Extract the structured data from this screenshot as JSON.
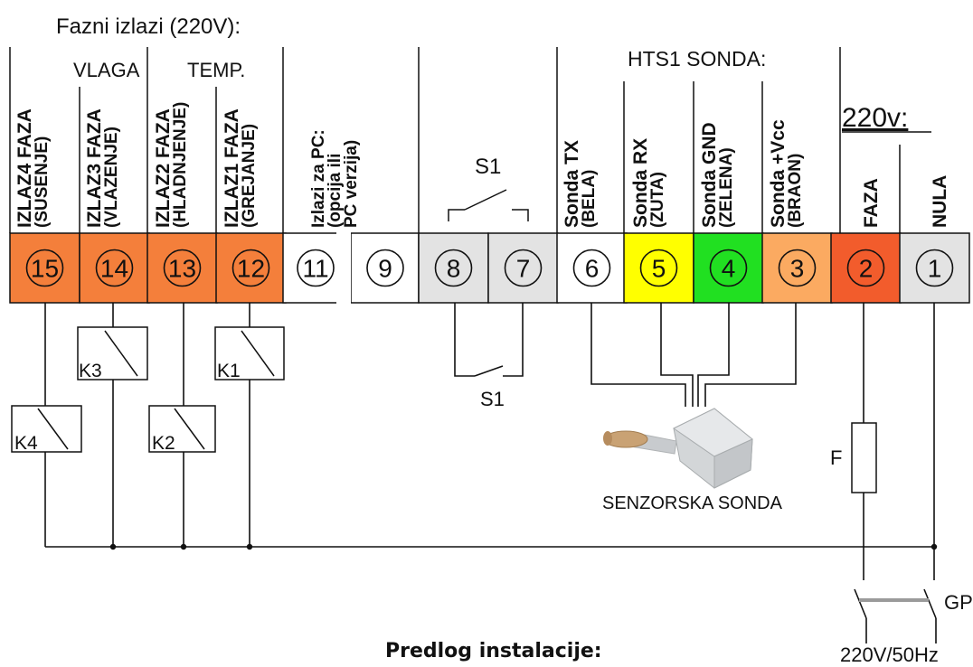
{
  "header": {
    "phase_outputs": "Fazni izlazi (220V):",
    "vlaga": "VLAGA",
    "temp": "TEMP.",
    "hts1": "HTS1 SONDA:",
    "power": "220v:"
  },
  "columns": {
    "c15": [
      "IZLAZ4 FAZA",
      "(SUSENJE)"
    ],
    "c14": [
      "IZLAZ3 FAZA",
      "(VLAZENJE)"
    ],
    "c13": [
      "IZLAZ2 FAZA",
      "(HLADNJENJE)"
    ],
    "c12": [
      "IZLAZ1 FAZA",
      "(GREJANJE)"
    ],
    "c11": [
      "Izlazi za PC:",
      "(opcija ili",
      "PC verzija)"
    ],
    "c6": [
      "Sonda TX",
      "(BELA)"
    ],
    "c5": [
      "Sonda RX",
      "(ZUTA)"
    ],
    "c4": [
      "Sonda GND",
      "(ZELENA)"
    ],
    "c3": [
      "Sonda +Vcc",
      "(BRAON)"
    ],
    "c2": "FAZA",
    "c1": "NULA"
  },
  "terminals": [
    {
      "num": "15",
      "color": "#f47f3b"
    },
    {
      "num": "14",
      "color": "#f47f3b"
    },
    {
      "num": "13",
      "color": "#f47f3b"
    },
    {
      "num": "12",
      "color": "#f47f3b"
    },
    {
      "num": "11",
      "color": "#ffffff"
    },
    {
      "num": "9",
      "color": "#ffffff"
    },
    {
      "num": "8",
      "color": "#e3e3e3"
    },
    {
      "num": "7",
      "color": "#e3e3e3"
    },
    {
      "num": "6",
      "color": "#ffffff"
    },
    {
      "num": "5",
      "color": "#ffff00"
    },
    {
      "num": "4",
      "color": "#21e021"
    },
    {
      "num": "3",
      "color": "#fbaa61"
    },
    {
      "num": "2",
      "color": "#f25c2c"
    },
    {
      "num": "1",
      "color": "#e3e3e3"
    }
  ],
  "switch_s1_top": "S1",
  "switch_s1_bottom": "S1",
  "relays": {
    "k1": "K1",
    "k2": "K2",
    "k3": "K3",
    "k4": "K4"
  },
  "fuse": "F",
  "main_switch": "GP",
  "mains": "220V/50Hz",
  "sensor": "SENZORSKA SONDA",
  "footer_title": "Predlog instalacije:"
}
